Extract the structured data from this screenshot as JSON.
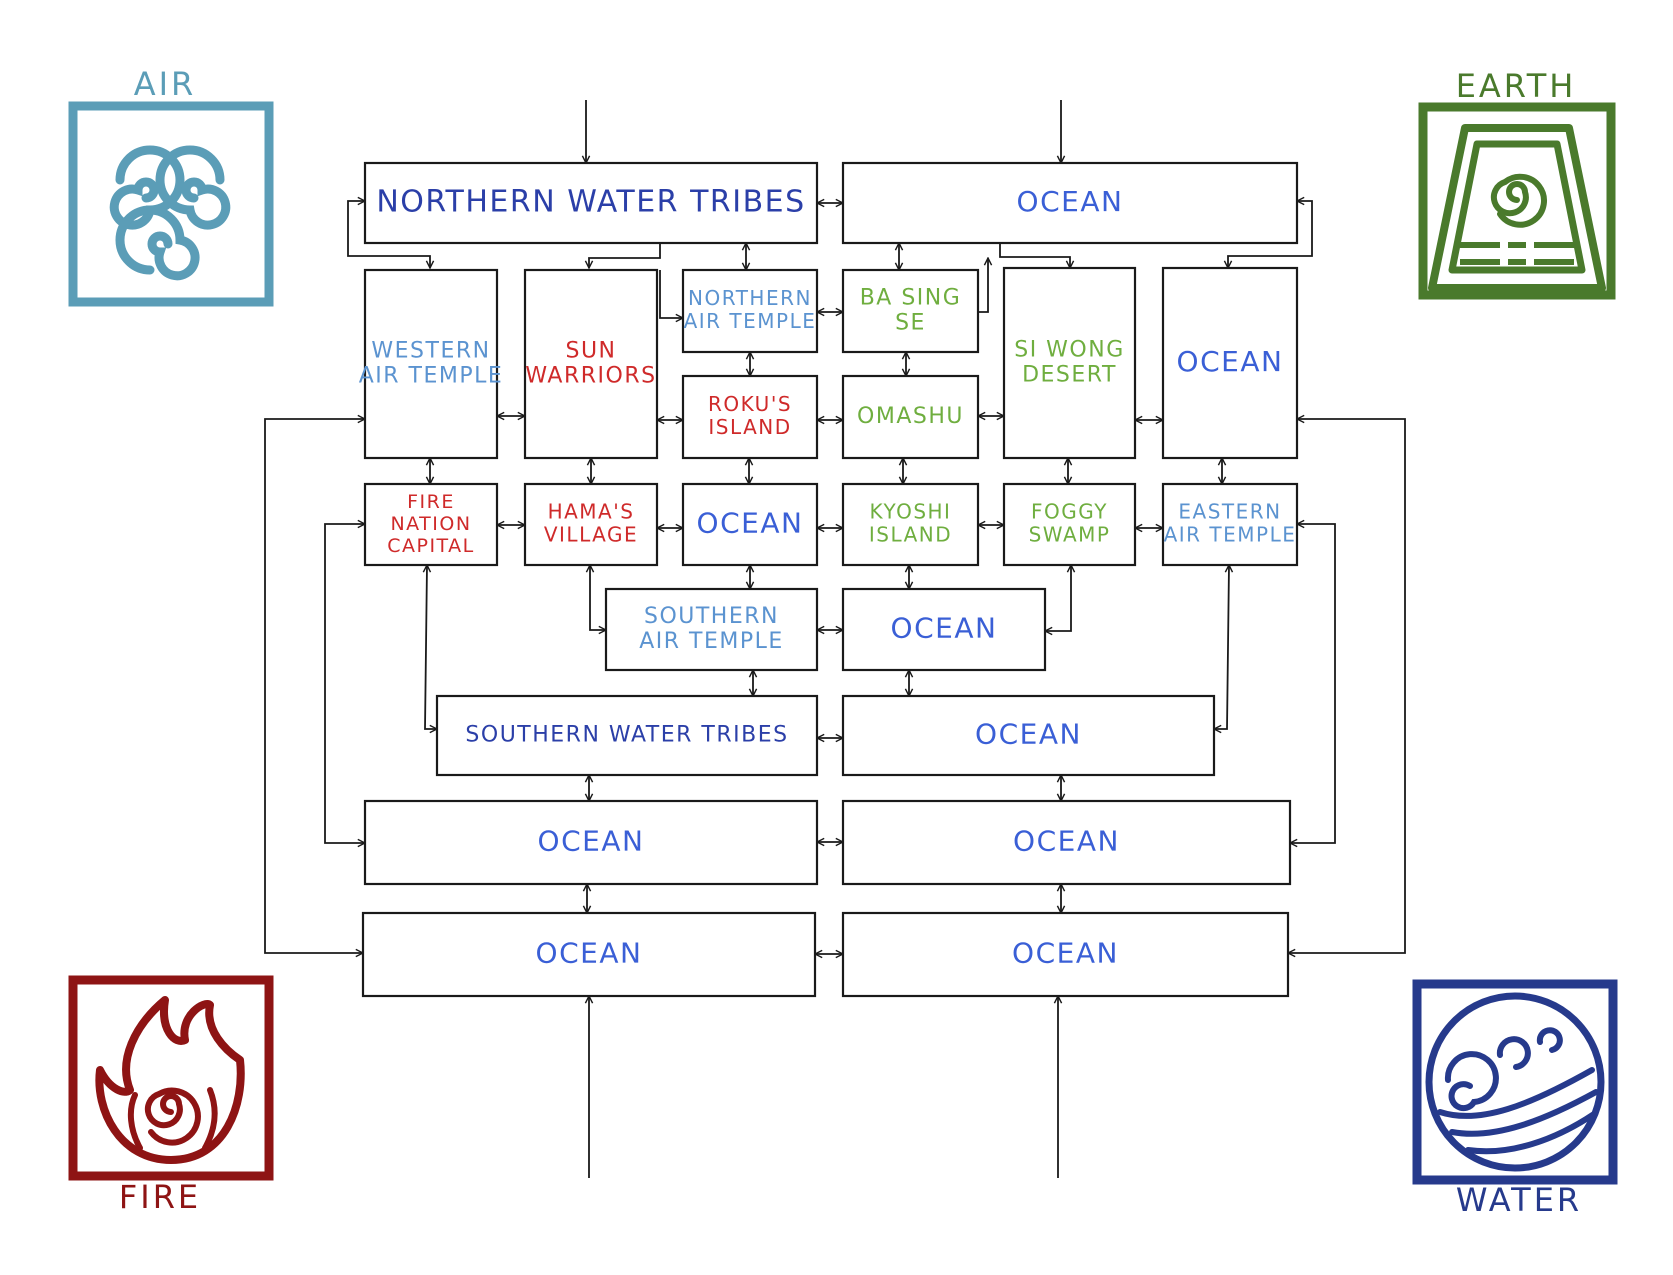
{
  "colors": {
    "air": "#5b9db7",
    "earth": "#4a7a2c",
    "fire": "#8e1414",
    "water": "#263a8c",
    "ocean_text": "#3a5fd6",
    "tribe_text": "#2b3fa8",
    "air_text": "#5b93d0",
    "fire_text": "#cf2a2a",
    "earth_text": "#6fae3f"
  },
  "emblems": {
    "air": {
      "label": "AIR",
      "icon": "air-swirl-icon"
    },
    "earth": {
      "label": "EARTH",
      "icon": "earth-trapezoid-icon"
    },
    "fire": {
      "label": "FIRE",
      "icon": "fire-flame-icon"
    },
    "water": {
      "label": "WATER",
      "icon": "water-wave-icon"
    }
  },
  "nodes": {
    "northern_water_tribes": {
      "lines": [
        "NORTHERN WATER TRIBES"
      ],
      "kind": "tribe"
    },
    "ocean_top": {
      "lines": [
        "OCEAN"
      ],
      "kind": "ocean"
    },
    "western_air_temple": {
      "lines": [
        "WESTERN",
        "AIR TEMPLE"
      ],
      "kind": "air"
    },
    "sun_warriors": {
      "lines": [
        "SUN",
        "WARRIORS"
      ],
      "kind": "fire"
    },
    "northern_air_temple": {
      "lines": [
        "NORTHERN",
        "AIR TEMPLE"
      ],
      "kind": "air"
    },
    "ba_sing_se": {
      "lines": [
        "BA SING",
        "SE"
      ],
      "kind": "earth"
    },
    "si_wong_desert": {
      "lines": [
        "SI WONG",
        "DESERT"
      ],
      "kind": "earth"
    },
    "ocean_right_tall": {
      "lines": [
        "OCEAN"
      ],
      "kind": "ocean"
    },
    "rokus_island": {
      "lines": [
        "ROKU'S",
        "ISLAND"
      ],
      "kind": "fire"
    },
    "omashu": {
      "lines": [
        "OMASHU"
      ],
      "kind": "earth"
    },
    "fire_nation_capital": {
      "lines": [
        "FIRE",
        "NATION",
        "CAPITAL"
      ],
      "kind": "fire"
    },
    "hamas_village": {
      "lines": [
        "HAMA'S",
        "VILLAGE"
      ],
      "kind": "fire"
    },
    "ocean_center": {
      "lines": [
        "OCEAN"
      ],
      "kind": "ocean"
    },
    "kyoshi_island": {
      "lines": [
        "KYOSHI",
        "ISLAND"
      ],
      "kind": "earth"
    },
    "foggy_swamp": {
      "lines": [
        "FOGGY",
        "SWAMP"
      ],
      "kind": "earth"
    },
    "eastern_air_temple": {
      "lines": [
        "EASTERN",
        "AIR TEMPLE"
      ],
      "kind": "air"
    },
    "southern_air_temple": {
      "lines": [
        "SOUTHERN",
        "AIR TEMPLE"
      ],
      "kind": "air"
    },
    "ocean_mid": {
      "lines": [
        "OCEAN"
      ],
      "kind": "ocean"
    },
    "southern_water_tribes": {
      "lines": [
        "SOUTHERN WATER TRIBES"
      ],
      "kind": "tribe"
    },
    "ocean_south_right": {
      "lines": [
        "OCEAN"
      ],
      "kind": "ocean"
    },
    "ocean_lower_left": {
      "lines": [
        "OCEAN"
      ],
      "kind": "ocean"
    },
    "ocean_lower_right": {
      "lines": [
        "OCEAN"
      ],
      "kind": "ocean"
    },
    "ocean_bottom_left": {
      "lines": [
        "OCEAN"
      ],
      "kind": "ocean"
    },
    "ocean_bottom_right": {
      "lines": [
        "OCEAN"
      ],
      "kind": "ocean"
    }
  }
}
